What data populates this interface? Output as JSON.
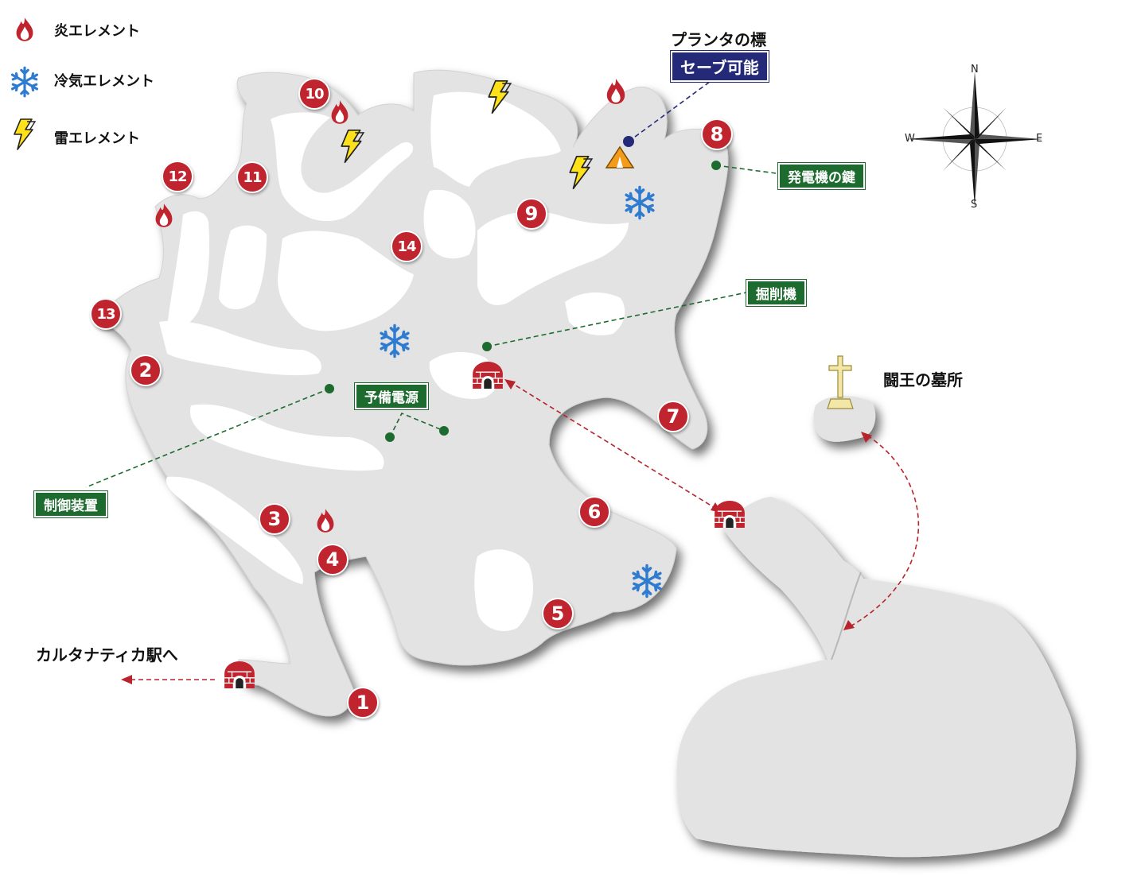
{
  "legend": {
    "fire": "炎エレメント",
    "ice": "冷気エレメント",
    "thunder": "雷エレメント"
  },
  "labels": {
    "pranta": "プランタの標",
    "save": "セーブ可能",
    "generator_key": "発電機の鍵",
    "drill": "掘削機",
    "reserve_power": "予備電源",
    "control_device": "制御装置",
    "tomb": "闘王の墓所",
    "station": "カルタナティカ駅へ"
  },
  "compass": {
    "n": "N",
    "s": "S",
    "e": "E",
    "w": "W"
  },
  "markers": [
    "1",
    "2",
    "3",
    "4",
    "5",
    "6",
    "7",
    "8",
    "9",
    "10",
    "11",
    "12",
    "13",
    "14"
  ],
  "icons": [
    "fire-icon",
    "snowflake-icon",
    "lightning-icon",
    "tunnel-icon",
    "tent-icon",
    "cross-icon",
    "compass-rose-icon"
  ],
  "colors": {
    "map_fill": "#e3e3e3",
    "marker": "#c0242e",
    "tag_green": "#1d6b2e",
    "tag_navy": "#242a78",
    "route_red": "#b8232c"
  }
}
